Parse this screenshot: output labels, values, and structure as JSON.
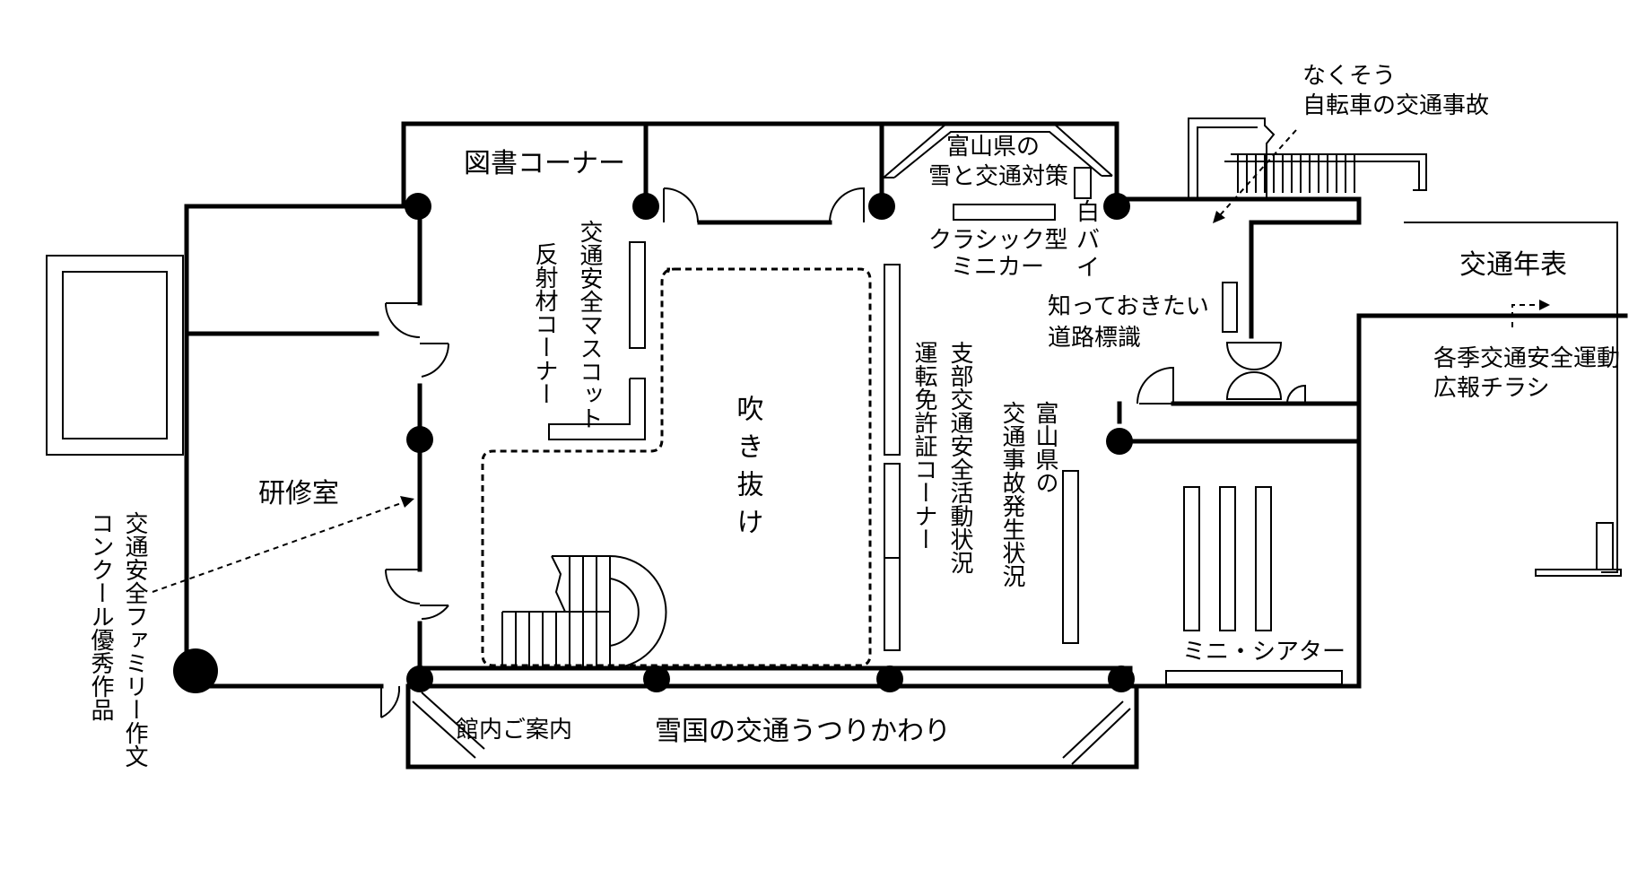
{
  "labels": {
    "library_corner": "図書コーナー",
    "toyama_snow": "富山県の",
    "toyama_snow_2": "雪と交通対策",
    "white_bike_1": "白",
    "white_bike_2": "バ",
    "white_bike_3": "イ",
    "classic_minicar_1": "クラシック型",
    "classic_minicar_2": "ミニカー",
    "bicycle_accident_1": "なくそう",
    "bicycle_accident_2": "自転車の交通事故",
    "traffic_chronology": "交通年表",
    "seasonal_flyers_1": "各季交通安全運動",
    "seasonal_flyers_2": "広報チラシ",
    "road_signs_1": "知っておきたい",
    "road_signs_2": "道路標識",
    "mascot_corner": "交通安全マスコット",
    "reflector_corner": "反射材コーナー",
    "atrium": "吹き抜け",
    "branch_activities": "支部交通安全活動状況",
    "license_corner": "運転免許証コーナー",
    "toyama_accidents_1": "富山県の",
    "toyama_accidents_2": "交通事故発生状況",
    "training_room": "研修室",
    "essay_works_1": "交通安全ファミリー作文",
    "essay_works_2": "コンクール優秀作品",
    "mini_theater": "ミニ・シアター",
    "building_guide": "館内ご案内",
    "snow_country_traffic": "雪国の交通うつりかわり"
  }
}
